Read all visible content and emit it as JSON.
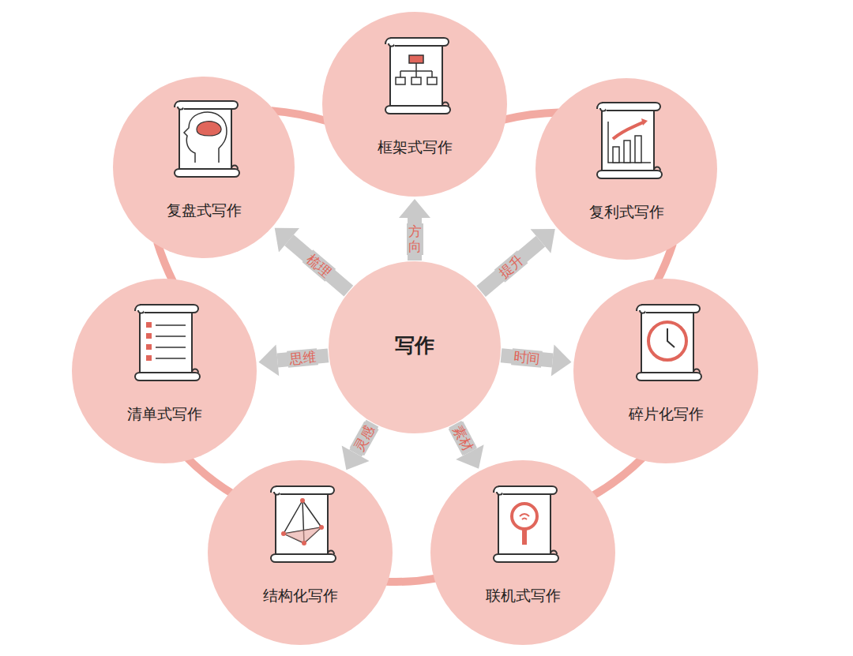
{
  "diagram": {
    "nodes": [
      {
        "text": [
          "写作"
        ]
      },
      {
        "text": [
          "框架式写作"
        ]
      },
      {
        "text": [
          "复利式写作"
        ]
      },
      {
        "text": [
          "碎片化写作"
        ]
      },
      {
        "text": [
          "联机式写作"
        ]
      },
      {
        "text": [
          "结构化写作"
        ]
      },
      {
        "text": [
          "清单式写作"
        ]
      },
      {
        "text": [
          "复盘式写作"
        ]
      }
    ],
    "edges": [
      {
        "from": 0,
        "to": 1,
        "label": "方向",
        "arrow": "to"
      },
      {
        "from": 0,
        "to": 2,
        "label": "提升",
        "arrow": "to"
      },
      {
        "from": 0,
        "to": 3,
        "label": "时间",
        "arrow": "to"
      },
      {
        "from": 0,
        "to": 4,
        "label": "素材",
        "arrow": "to"
      },
      {
        "from": 0,
        "to": 5,
        "label": "灵感",
        "arrow": "to"
      },
      {
        "from": 0,
        "to": 6,
        "label": "思维",
        "arrow": "to"
      },
      {
        "from": 0,
        "to": 7,
        "label": "梳理",
        "arrow": "to"
      },
      {
        "from": 1,
        "to": 2,
        "arrow": "none"
      },
      {
        "from": 2,
        "to": 3,
        "arrow": "none"
      },
      {
        "from": 3,
        "to": 4,
        "arrow": "none"
      },
      {
        "from": 4,
        "to": 5,
        "arrow": "none"
      },
      {
        "from": 5,
        "to": 6,
        "arrow": "none"
      },
      {
        "from": 6,
        "to": 7,
        "arrow": "none"
      },
      {
        "from": 7,
        "to": 1,
        "arrow": "none"
      }
    ]
  }
}
